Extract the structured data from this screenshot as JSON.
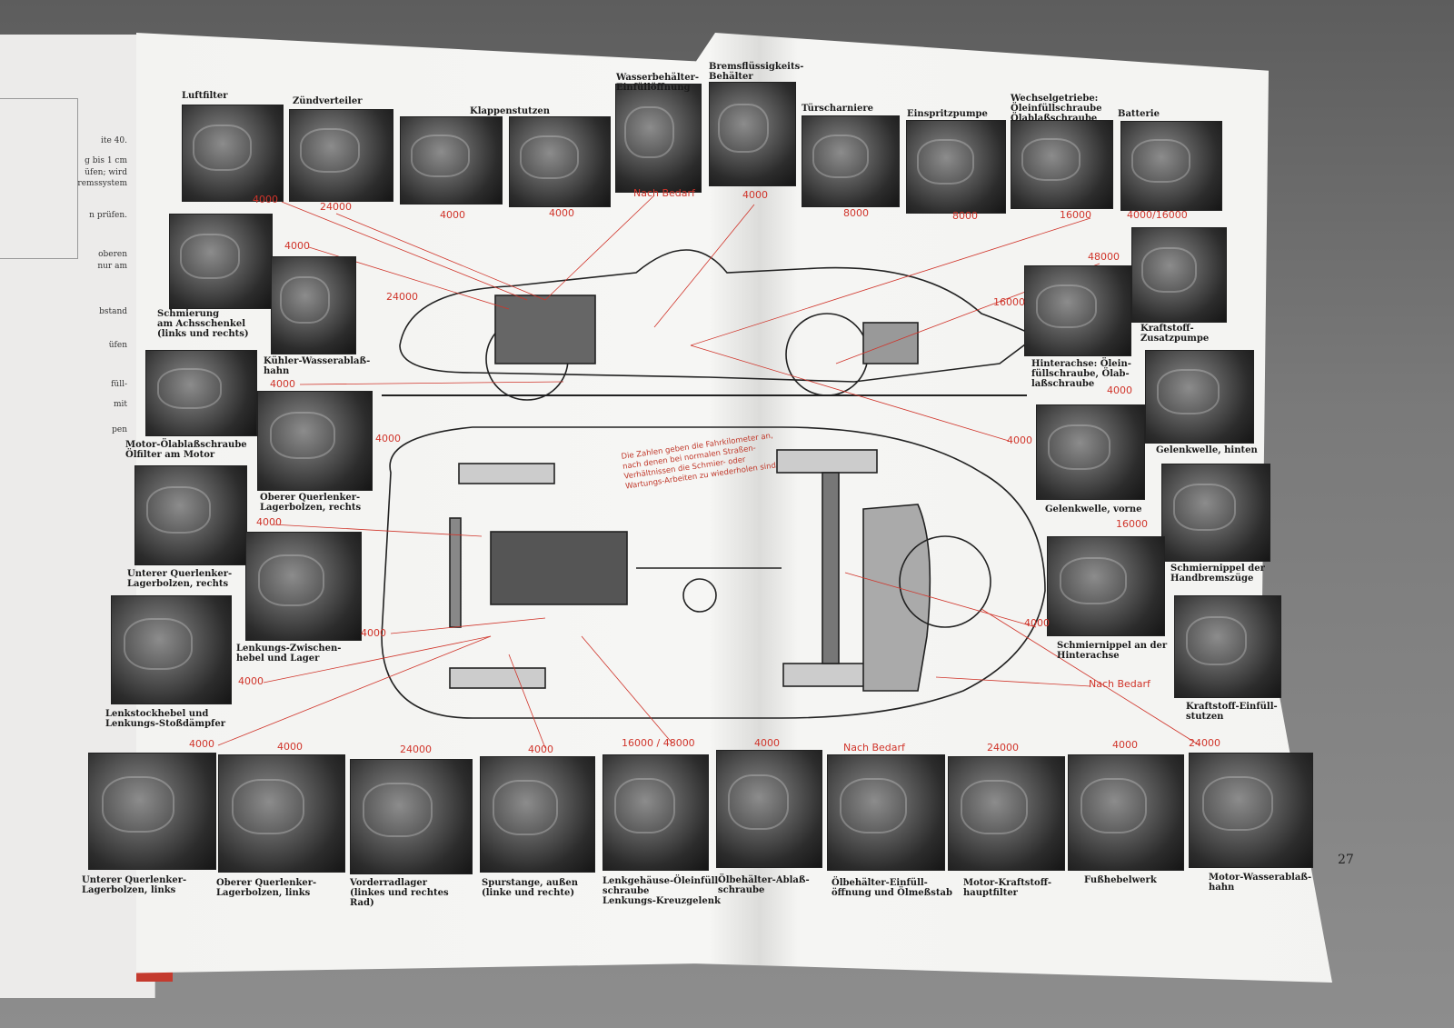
{
  "left_page": {
    "fragments": [
      "ite 40.",
      "g bis 1 cm",
      "üfen; wird",
      "remssystem",
      "n prüfen.",
      "oberen",
      "nur am",
      "bstand",
      "üfen",
      "füll-",
      "mit",
      "pen"
    ]
  },
  "note": "Die Zahlen geben die Fahrkilometer an, nach denen bei normalen Straßen-Verhältnissen die Schmier- oder Wartungs-Arbeiten zu wiederholen sind",
  "page_number": "27",
  "accent_color": "#d0342a",
  "photos": [
    {
      "caption": "Luftfilter",
      "interval": "4000"
    },
    {
      "caption": "Zündverteiler",
      "interval": "24000"
    },
    {
      "caption": "Klappenstutzen",
      "interval": "4000"
    },
    {
      "caption": "",
      "interval": "4000"
    },
    {
      "caption": "Wasserbehälter-\nEinfüllöffnung",
      "interval": "Nach Bedarf"
    },
    {
      "caption": "Bremsflüssigkeits-\nBehälter",
      "interval": "4000"
    },
    {
      "caption": "Türscharniere",
      "interval": "8000"
    },
    {
      "caption": "Einspritzpumpe",
      "interval": "8000"
    },
    {
      "caption": "Wechselgetriebe:\nÖleinfüllschraube\nÖlablaßschraube",
      "interval": "16000"
    },
    {
      "caption": "Batterie",
      "interval": "4000/16000"
    },
    {
      "caption": "Kraftstoff-\nZusatzpumpe",
      "interval": "48000"
    },
    {
      "caption": "Hinterachse: Ölein-\nfüllschraube, Ölab-\nlaßschraube",
      "interval": "16000"
    },
    {
      "caption": "Gelenkwelle, hinten",
      "interval": "4000"
    },
    {
      "caption": "Gelenkwelle, vorne",
      "interval": "4000"
    },
    {
      "caption": "Schmiernippel der\nHandbremszüge",
      "interval": "16000"
    },
    {
      "caption": "Schmiernippel an der\nHinterachse",
      "interval": "4000"
    },
    {
      "caption": "Kraftstoff-Einfüll-\nstutzen",
      "interval": "Nach Bedarf"
    },
    {
      "caption": "Schmierung\nam Achsschenkel\n(links und rechts)",
      "interval": "4000"
    },
    {
      "caption": "Kühler-Wasserablaß-\nhahn",
      "interval": "24000"
    },
    {
      "caption": "Motor-Ölablaßschraube\nÖlfilter am Motor",
      "interval": "4000"
    },
    {
      "caption": "Oberer Querlenker-\nLagerbolzen, rechts",
      "interval": "4000"
    },
    {
      "caption": "Unterer Querlenker-\nLagerbolzen, rechts",
      "interval": "4000"
    },
    {
      "caption": "Lenkungs-Zwischen-\nhebel und Lager",
      "interval": "4000"
    },
    {
      "caption": "Lenkstockhebel und\nLenkungs-Stoßdämpfer",
      "interval": "4000"
    },
    {
      "caption": "Unterer Querlenker-\nLagerbolzen, links",
      "interval": "4000"
    },
    {
      "caption": "Oberer Querlenker-\nLagerbolzen, links",
      "interval": "4000"
    },
    {
      "caption": "Vorderradlager\n(linkes und rechtes\nRad)",
      "interval": "24000"
    },
    {
      "caption": "Spurstange, außen\n(linke und rechte)",
      "interval": "4000"
    },
    {
      "caption": "Lenkgehäuse-Öleinfüll-\nschraube\nLenkungs-Kreuzgelenk",
      "interval": "16000 / 48000"
    },
    {
      "caption": "Ölbehälter-Ablaß-\nschraube",
      "interval": "4000"
    },
    {
      "caption": "Ölbehälter-Einfüll-\nöffnung und Ölmeßstab",
      "interval": "Nach Bedarf"
    },
    {
      "caption": "Motor-Kraftstoff-\nhauptfilter",
      "interval": "24000"
    },
    {
      "caption": "Fußhebelwerk",
      "interval": "4000"
    },
    {
      "caption": "Motor-Wasserablaß-\nhahn",
      "interval": "24000"
    }
  ]
}
